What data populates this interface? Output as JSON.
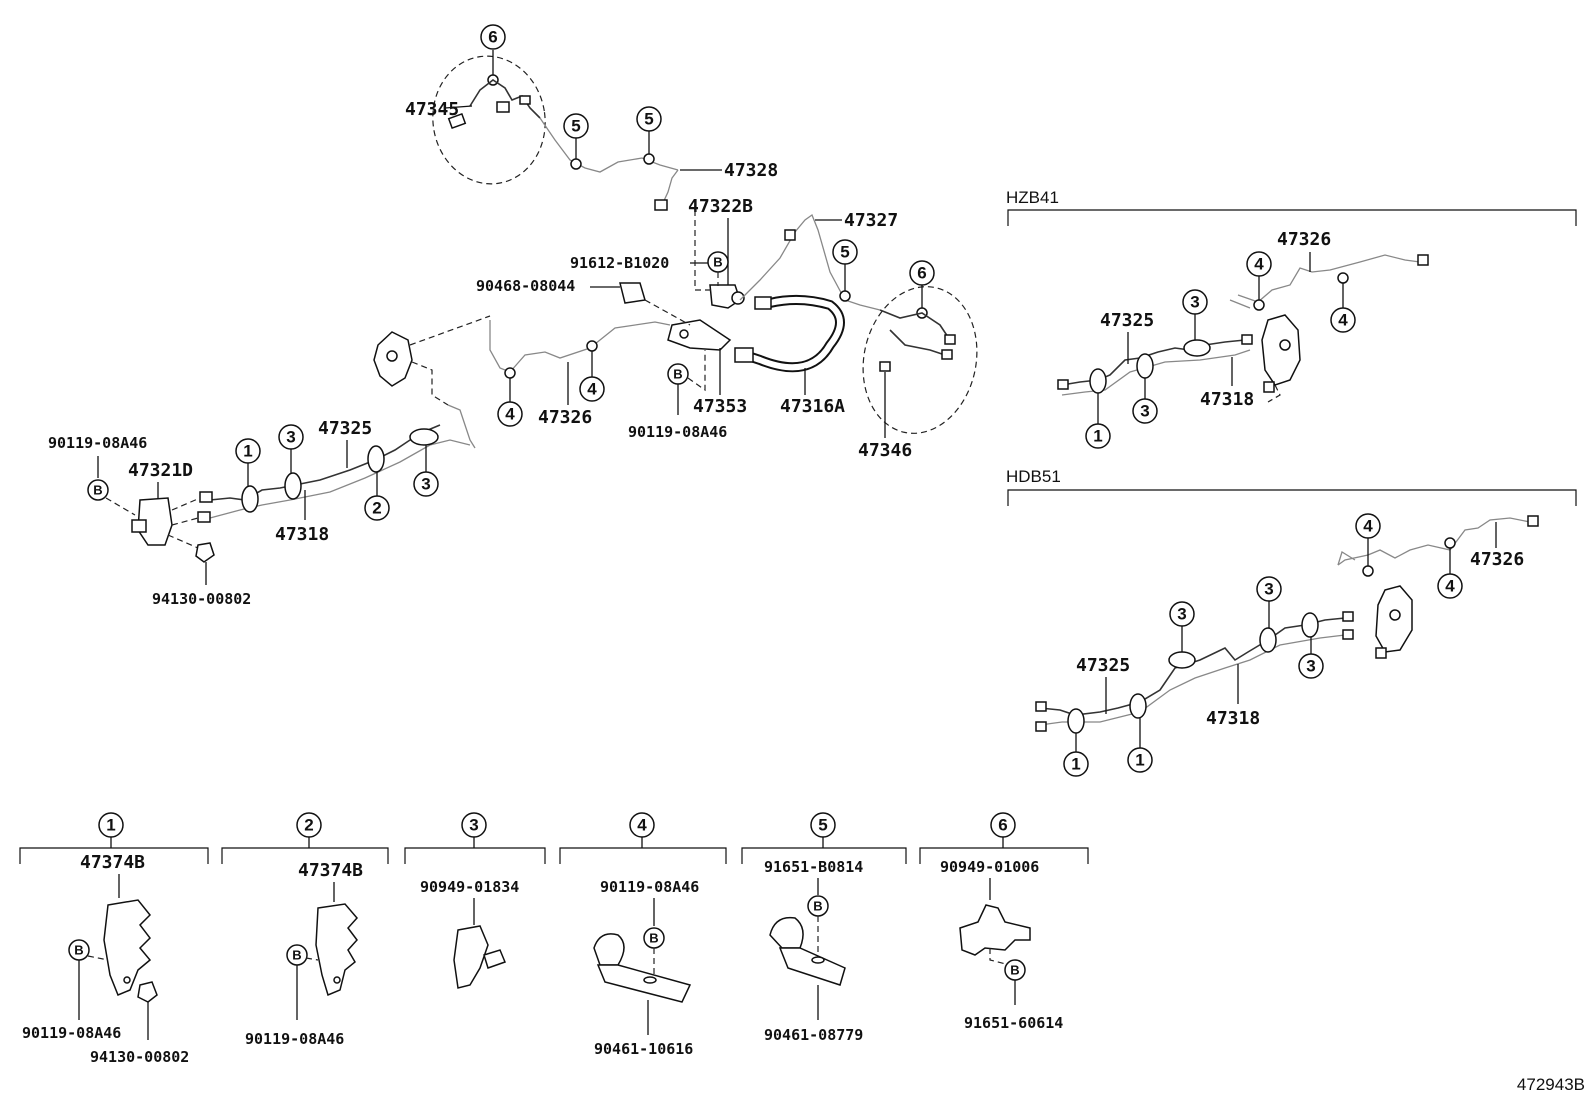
{
  "diagram_id": "472943B",
  "sections": {
    "hzb41": "HZB41",
    "hdb51": "HDB51"
  },
  "callouts": {
    "c1": "1",
    "c2": "2",
    "c3": "3",
    "c4": "4",
    "c5": "5",
    "c6": "6",
    "b": "B"
  },
  "main_labels": {
    "p47345": "47345",
    "p47328": "47328",
    "p47322B": "47322B",
    "p47327": "47327",
    "p91612": "91612-B1020",
    "p90468": "90468-08044",
    "p47353": "47353",
    "p47316A": "47316A",
    "p47346": "47346",
    "p47326": "47326",
    "p90119_mid": "90119-08A46",
    "p90119_left": "90119-08A46",
    "p47321D": "47321D",
    "p47325": "47325",
    "p47318": "47318",
    "p94130": "94130-00802"
  },
  "hzb41_labels": {
    "p47326": "47326",
    "p47325": "47325",
    "p47318": "47318"
  },
  "hdb51_labels": {
    "p47326": "47326",
    "p47325": "47325",
    "p47318": "47318"
  },
  "detail_labels": {
    "d1_top": "47374B",
    "d1_b": "90119-08A46",
    "d1_nut": "94130-00802",
    "d2_top": "47374B",
    "d2_b": "90119-08A46",
    "d3_top": "90949-01834",
    "d4_top": "90119-08A46",
    "d4_bot": "90461-10616",
    "d5_top": "91651-B0814",
    "d5_bot": "90461-08779",
    "d6_top": "90949-01006",
    "d6_bot": "91651-60614"
  }
}
